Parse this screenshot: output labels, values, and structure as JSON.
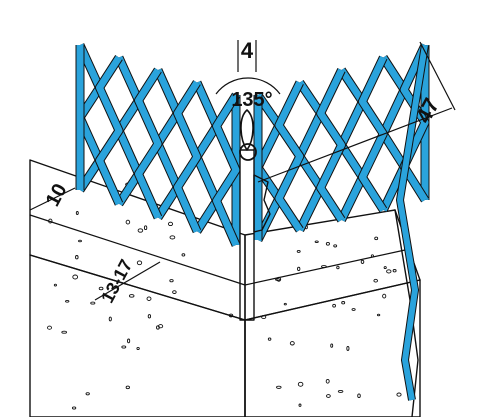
{
  "diagram": {
    "dimensions": {
      "profile_width": "4",
      "angle": "135°",
      "mesh_wing": "47",
      "plaster_layer": "10",
      "plaster_total": "13-17"
    },
    "colors": {
      "mesh": "#2aa3dc",
      "profile": "#a8d8f0",
      "plaster_front": "#fbf3c0",
      "plaster_top": "#fdf8de",
      "plaster_edge": "#efe3a6",
      "outline": "#111111"
    }
  }
}
